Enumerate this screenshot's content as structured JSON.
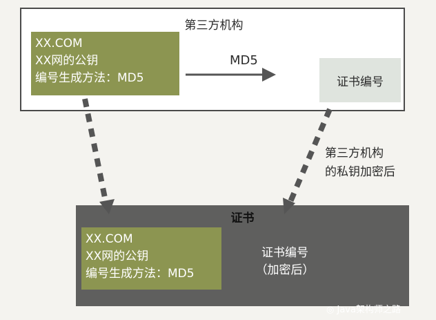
{
  "top_box": {
    "title": "第三方机构",
    "info": {
      "domain": "XX.COM",
      "public_key": "XX网的公钥",
      "method": "编号生成方法：MD5"
    },
    "md5_label": "MD5",
    "cert_number": "证书编号"
  },
  "encrypt_label": {
    "line1": "第三方机构",
    "line2": "的私钥加密后"
  },
  "certificate": {
    "title": "证书",
    "info": {
      "domain": "XX.COM",
      "public_key": "XX网的公钥",
      "method": "编号生成方法：MD5"
    },
    "cert_number_line1": "证书编号",
    "cert_number_line2": "（加密后）"
  },
  "watermark": "Java架构师之路",
  "colors": {
    "green_box": "#8c9551",
    "cert_box": "#5f5f5e",
    "cert_number_box": "#dfe4de",
    "arrow": "#555555"
  }
}
